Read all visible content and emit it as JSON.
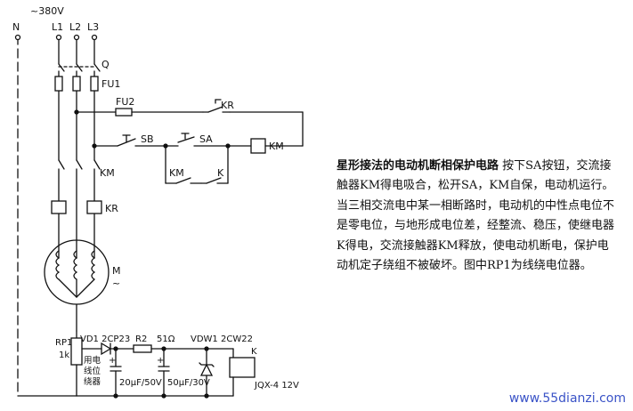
{
  "diagram": {
    "supply": "~380V",
    "terminals": [
      "N",
      "L1",
      "L2",
      "L3"
    ],
    "components": {
      "switch": "Q",
      "fuse_main": "FU1",
      "fuse_ctrl": "FU2",
      "relay_contact_top": "KR",
      "coil_km": "KM",
      "button_sb": "SB",
      "button_sa": "SA",
      "km_aux": "KM",
      "k_contact": "K",
      "km_main": "KM",
      "thermal_relay": "KR",
      "motor": "M",
      "motor_sym": "~",
      "rp1": "RP1",
      "rp1_value": "1k",
      "vd1": "VD1 2CP23",
      "r2": "R2",
      "r2_value": "51Ω",
      "vdw1": "VDW1 2CW22",
      "k_coil": "K",
      "cap1_plus": "+",
      "cap2_plus": "+",
      "cap1": "20μF/50V",
      "cap2": "50μF/30V",
      "relay_model": "JQX-4 12V",
      "pot_note": [
        "用电",
        "线位",
        "绕器"
      ]
    }
  },
  "text": {
    "title": "星形接法的电动机断相保护电路",
    "body": "按下SA按钮，交流接触器KM得电吸合，松开SA，KM自保，电动机运行。当三相交流电中某一相断路时，电动机的中性点电位不是零电位，与地形成电位差，经整流、稳压，使继电器K得电，交流接触器KM释放，使电动机断电，保护电动机定子绕组不被破坏。图中RP1为线绕电位器。"
  },
  "watermark": "www.55dianzi.com",
  "colors": {
    "ink": "#111111",
    "watermark": "#3a53c7"
  }
}
